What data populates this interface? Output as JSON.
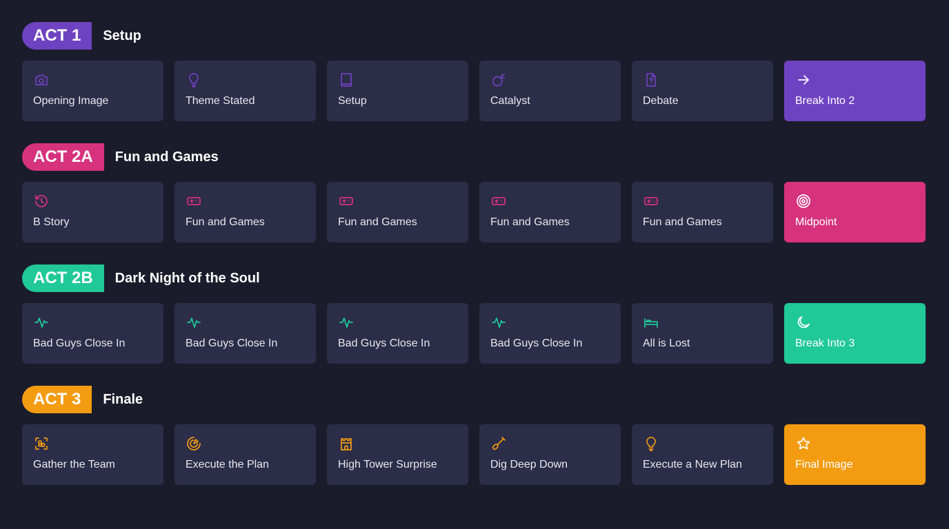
{
  "acts": [
    {
      "badge": "ACT 1",
      "title": "Setup",
      "color": "#6f42c1",
      "cards": [
        {
          "label": "Opening Image",
          "icon": "camera-icon"
        },
        {
          "label": "Theme Stated",
          "icon": "lightbulb-icon"
        },
        {
          "label": "Setup",
          "icon": "book-icon"
        },
        {
          "label": "Catalyst",
          "icon": "bomb-icon"
        },
        {
          "label": "Debate",
          "icon": "file-question-icon"
        },
        {
          "label": "Break Into 2",
          "icon": "arrow-right-icon",
          "accent": true
        }
      ]
    },
    {
      "badge": "ACT 2A",
      "title": "Fun and Games",
      "color": "#d6327e",
      "cards": [
        {
          "label": "B Story",
          "icon": "history-icon"
        },
        {
          "label": "Fun and Games",
          "icon": "gamepad-icon"
        },
        {
          "label": "Fun and Games",
          "icon": "gamepad-icon"
        },
        {
          "label": "Fun and Games",
          "icon": "gamepad-icon"
        },
        {
          "label": "Fun and Games",
          "icon": "gamepad-icon"
        },
        {
          "label": "Midpoint",
          "icon": "target-icon",
          "accent": true
        }
      ]
    },
    {
      "badge": "ACT 2B",
      "title": "Dark Night of the Soul",
      "color": "#20c997",
      "cards": [
        {
          "label": "Bad Guys Close In",
          "icon": "activity-icon"
        },
        {
          "label": "Bad Guys Close In",
          "icon": "activity-icon"
        },
        {
          "label": "Bad Guys Close In",
          "icon": "activity-icon"
        },
        {
          "label": "Bad Guys Close In",
          "icon": "activity-icon"
        },
        {
          "label": "All is Lost",
          "icon": "bed-icon"
        },
        {
          "label": "Break Into 3",
          "icon": "moon-icon",
          "accent": true
        }
      ]
    },
    {
      "badge": "ACT 3",
      "title": "Finale",
      "color": "#f39c12",
      "cards": [
        {
          "label": "Gather the Team",
          "icon": "focus-users-icon"
        },
        {
          "label": "Execute the Plan",
          "icon": "target-arrow-icon"
        },
        {
          "label": "High Tower Surprise",
          "icon": "castle-icon"
        },
        {
          "label": "Dig Deep Down",
          "icon": "shovel-icon"
        },
        {
          "label": "Execute a New Plan",
          "icon": "lightbulb-icon"
        },
        {
          "label": "Final Image",
          "icon": "star-icon",
          "accent": true
        }
      ]
    }
  ]
}
